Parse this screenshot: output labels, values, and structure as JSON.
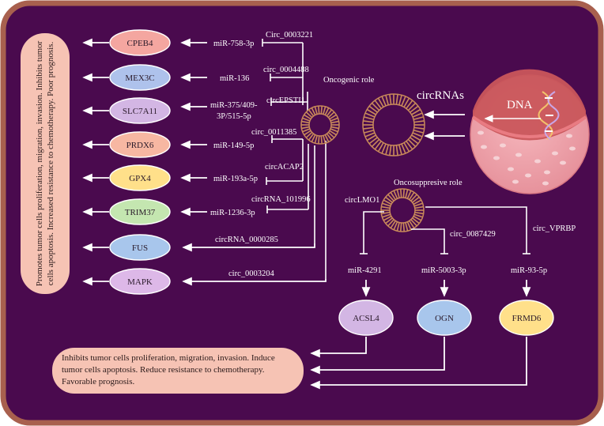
{
  "colors": {
    "frame_fill": "#4a0a4e",
    "frame_border": "#a8604e",
    "summary_fill": "#f6c3b4",
    "arrow": "#ffffff",
    "ring": "#c98a5a",
    "targets": {
      "CPEB4": "#f4a6a0",
      "MEX3C": "#aec2ec",
      "SLC7A11": "#d3b6e4",
      "PRDX6": "#f7b7a2",
      "GPX4": "#ffe08a",
      "TRIM37": "#c4e6b0",
      "FUS": "#a8c6ec",
      "MAPK": "#ddb8e8",
      "ACSL4": "#d3b6e4",
      "OGN": "#a8c6ec",
      "FRMD6": "#ffe08a"
    }
  },
  "summaries": {
    "oncogenic": "Promotes tumor cells proliferation, migration, invasion. Inhibits tumor cells apoptosis. Increased resistance to chemotherapy. Poor prognosis.",
    "suppressive": "Inhibits tumor cells proliferation, migration, invasion. Induce tumor cells apoptosis. Reduce resistance to chemotherapy. Favorable prognosis."
  },
  "labels": {
    "oncogenic_role": "Oncogenic role",
    "oncosuppressive_role": "Oncosuppresive role",
    "circrnas": "circRNAs",
    "dna": "DNA"
  },
  "oncogenic_axes": [
    {
      "circ": "Circ_0003221",
      "mirna": "miR-758-3p",
      "target": "CPEB4"
    },
    {
      "circ": "circ_0004488",
      "mirna": "miR-136",
      "target": "MEX3C"
    },
    {
      "circ": "circEPSTI1",
      "mirna": [
        "miR-375/409-",
        "3P/515-5p"
      ],
      "target": "SLC7A11"
    },
    {
      "circ": "circ_0011385",
      "mirna": "miR-149-5p",
      "target": "PRDX6"
    },
    {
      "circ": "circACAP2",
      "mirna": "miR-193a-5p",
      "target": "GPX4"
    },
    {
      "circ": "circRNA_101996",
      "mirna": "miR-1236-3p",
      "target": "TRIM37"
    },
    {
      "circ": "circRNA_0000285",
      "mirna": "",
      "target": "FUS"
    },
    {
      "circ": "circ_0003204",
      "mirna": "",
      "target": "MAPK"
    }
  ],
  "suppressive_axes": [
    {
      "circ": "circLMO1",
      "mirna": "miR-4291",
      "target": "ACSL4"
    },
    {
      "circ": "circ_0087429",
      "mirna": "miR-5003-3p",
      "target": "OGN"
    },
    {
      "circ": "circ_VPRBP",
      "mirna": "miR-93-5p",
      "target": "FRMD6"
    }
  ]
}
